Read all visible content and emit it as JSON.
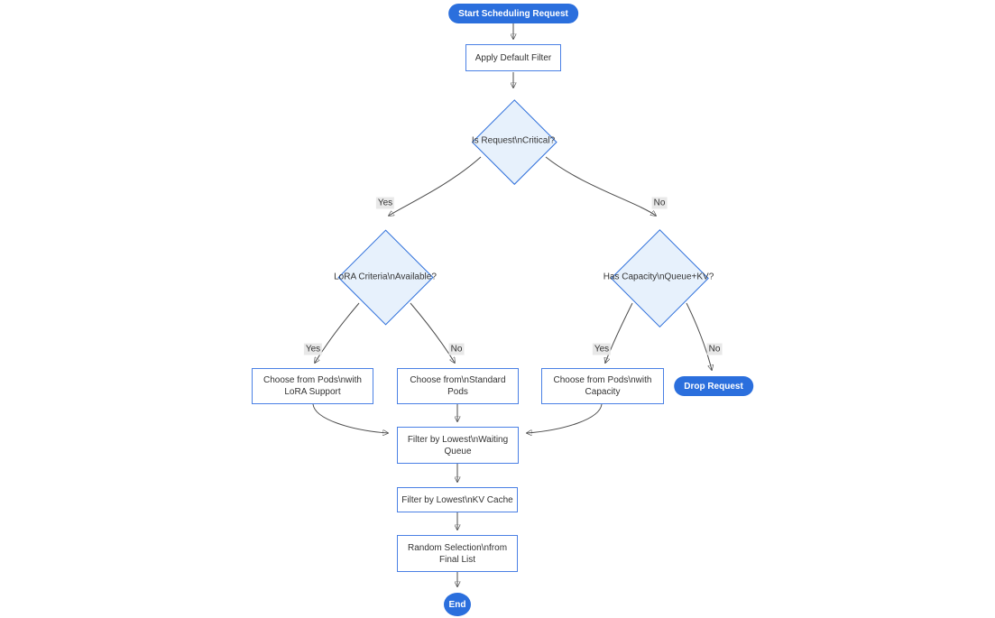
{
  "diagram": {
    "type": "flowchart",
    "background": "#ffffff",
    "colors": {
      "accent_fill": "#2b6fdd",
      "accent_text": "#ffffff",
      "rect_fill": "#ffffff",
      "rect_border": "#4a80e5",
      "diamond_fill": "#e7f1fc",
      "diamond_border": "#2e6fdb",
      "edge_line": "#4b4b4b",
      "edge_label_bg": "#e8e8e8",
      "node_text": "#333333"
    },
    "nodes": {
      "start": {
        "label": "Start Scheduling Request",
        "shape": "stadium"
      },
      "apply_filter": {
        "label": "Apply Default Filter",
        "shape": "rect"
      },
      "is_critical": {
        "label": "Is Request\\nCritical?",
        "shape": "diamond"
      },
      "lora_available": {
        "label": "LoRA Criteria\\nAvailable?",
        "shape": "diamond"
      },
      "has_capacity": {
        "label": "Has Capacity\\nQueue+KV?",
        "shape": "diamond"
      },
      "choose_lora": {
        "label": "Choose from Pods\\nwith LoRA Support",
        "shape": "rect"
      },
      "choose_standard": {
        "label": "Choose from\\nStandard Pods",
        "shape": "rect"
      },
      "choose_capacity": {
        "label": "Choose from Pods\\nwith Capacity",
        "shape": "rect"
      },
      "drop_request": {
        "label": "Drop Request",
        "shape": "stadium"
      },
      "filter_waiting": {
        "label": "Filter by Lowest\\nWaiting Queue",
        "shape": "rect"
      },
      "filter_kv": {
        "label": "Filter by Lowest\\nKV Cache",
        "shape": "rect"
      },
      "random_selection": {
        "label": "Random Selection\\nfrom Final List",
        "shape": "rect"
      },
      "end": {
        "label": "End",
        "shape": "circle"
      }
    },
    "edge_labels": {
      "critical_yes": "Yes",
      "critical_no": "No",
      "lora_yes": "Yes",
      "lora_no": "No",
      "capacity_yes": "Yes",
      "capacity_no": "No"
    }
  }
}
